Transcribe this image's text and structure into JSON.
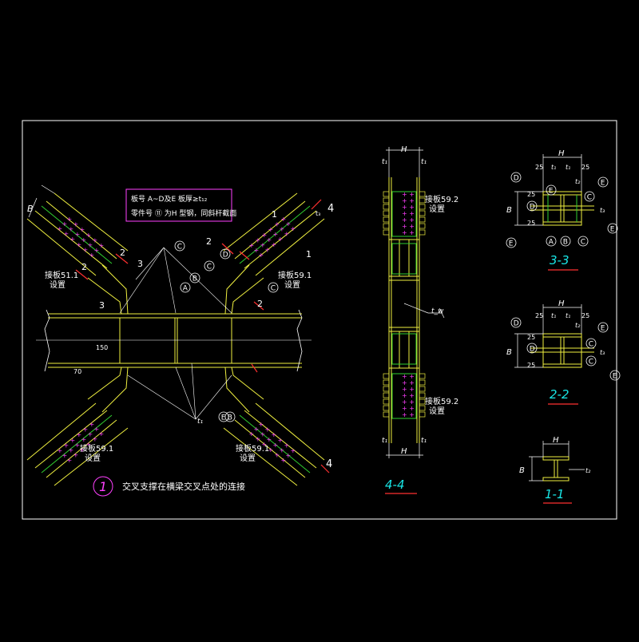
{
  "colors": {
    "background": "#000000",
    "steel": "#f0f040",
    "bolts": "#ff40ff",
    "dims": "#ffffff",
    "labels": "#19e6e6",
    "cuts": "#ff3030",
    "green": "#30d030"
  },
  "note": {
    "line1": "板号 A~D及E 板厚≥t₁₂",
    "line2": "零件号 ⑪ 为H 型钢，同斜杆截面"
  },
  "main_view": {
    "title_number": "1",
    "title": "交叉支撑在横梁交叉点处的连接",
    "dim_B": "B",
    "splice_labels": [
      "接板51.1",
      "接板59.1",
      "接板59.1",
      "接板59.1"
    ],
    "splice_sub": "设置",
    "callouts": [
      "C",
      "A",
      "B",
      "C",
      "D",
      "C",
      "B",
      "E"
    ],
    "section_marks": [
      "1",
      "1",
      "2",
      "2",
      "2",
      "2",
      "3",
      "3",
      "4",
      "4"
    ],
    "dims_small": [
      "150",
      "70",
      "t₁",
      "t₃"
    ]
  },
  "section_44": {
    "title": "4-4",
    "dim_H": "H",
    "dim_t1": "t₁",
    "splice_top": "接板59.2",
    "splice_bottom": "接板59.2",
    "splice_sub": "设置",
    "dim_tw": "t_w"
  },
  "section_33": {
    "title": "3-3",
    "dim_H": "H",
    "dim_B": "B",
    "dims": [
      "25",
      "t₁",
      "t₁",
      "25",
      "25",
      "t₃",
      "25",
      "t₂"
    ],
    "callouts": [
      "D",
      "E",
      "C",
      "D",
      "E",
      "E",
      "A",
      "B",
      "C",
      "E"
    ]
  },
  "section_22": {
    "title": "2-2",
    "dim_H": "H",
    "dim_B": "B",
    "dims": [
      "25",
      "t₁",
      "t₁",
      "25",
      "25",
      "t₃",
      "25",
      "t₂"
    ],
    "callouts": [
      "D",
      "E",
      "C",
      "D",
      "C",
      "E"
    ]
  },
  "section_11": {
    "title": "1-1",
    "dim_H": "H",
    "dim_B": "B",
    "dim_t": "t₂"
  }
}
